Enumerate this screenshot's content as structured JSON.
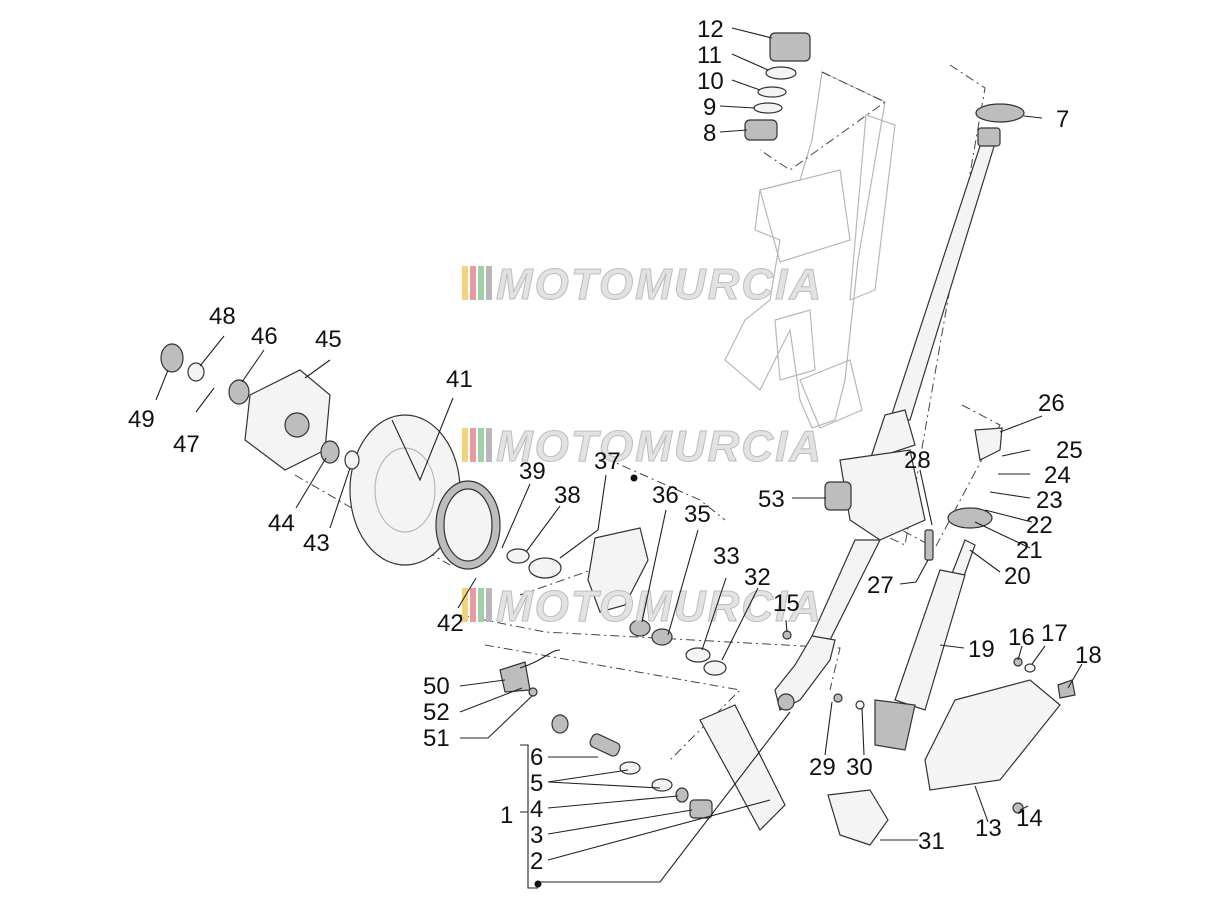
{
  "watermark": {
    "text": "MOTOMURCIA",
    "stripe_colors": [
      "#f2d27a",
      "#e89aa0",
      "#9fd0a8",
      "#b8b8b8"
    ]
  },
  "callouts": {
    "c1": "1",
    "c2": "2",
    "c3": "3",
    "c4": "4",
    "c5": "5",
    "c6": "6",
    "c7": "7",
    "c8": "8",
    "c9": "9",
    "c10": "10",
    "c11": "11",
    "c12": "12",
    "c13": "13",
    "c14": "14",
    "c15": "15",
    "c16": "16",
    "c17": "17",
    "c18": "18",
    "c19": "19",
    "c20": "20",
    "c21": "21",
    "c22": "22",
    "c23": "23",
    "c24": "24",
    "c25": "25",
    "c26": "26",
    "c27": "27",
    "c28": "28",
    "c29": "29",
    "c30": "30",
    "c31": "31",
    "c32": "32",
    "c33": "33",
    "c35": "35",
    "c36": "36",
    "c37": "37",
    "c38": "38",
    "c39": "39",
    "c41": "41",
    "c42": "42",
    "c43": "43",
    "c44": "44",
    "c45": "45",
    "c46": "46",
    "c47": "47",
    "c48": "48",
    "c49": "49",
    "c50": "50",
    "c51": "51",
    "c52": "52",
    "c53": "53"
  }
}
